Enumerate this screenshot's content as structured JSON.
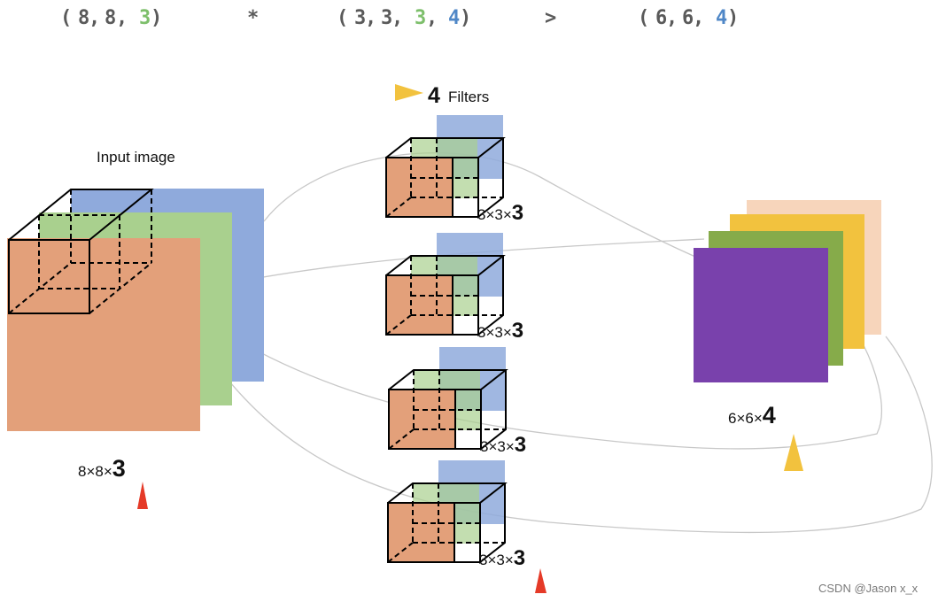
{
  "formula": {
    "open": "(",
    "close": ")",
    "sep": ",",
    "op_multiply": "*",
    "op_result": ">",
    "input": [
      "8",
      "8",
      "3"
    ],
    "filter": [
      "3",
      "3",
      "3",
      "4"
    ],
    "output": [
      "6",
      "6",
      "4"
    ]
  },
  "filters_header": {
    "count": "4",
    "label": "Filters"
  },
  "input": {
    "title": "Input image",
    "dims_prefix": "8×8×",
    "dims_depth": "3"
  },
  "filters": [
    {
      "dims_prefix": "3×3×",
      "dims_depth": "3"
    },
    {
      "dims_prefix": "3×3×",
      "dims_depth": "3"
    },
    {
      "dims_prefix": "3×3×",
      "dims_depth": "3"
    },
    {
      "dims_prefix": "3×3×",
      "dims_depth": "3"
    }
  ],
  "output": {
    "dims_prefix": "6×6×",
    "dims_depth": "4"
  },
  "watermark": "CSDN @Jason x_x",
  "colors": {
    "number": "#5a5a5a",
    "green_number": "#7dbf6b",
    "blue_number": "#4f87c7",
    "orange": "#e3a07a",
    "green": "#a9d08e",
    "blue": "#8faadc",
    "purple": "#7941ac",
    "olive": "#86ab4a",
    "yellow": "#f2c23e",
    "peach": "#f7d5bb",
    "red_marker": "#e53a28",
    "yellow_marker": "#f2c23e"
  }
}
